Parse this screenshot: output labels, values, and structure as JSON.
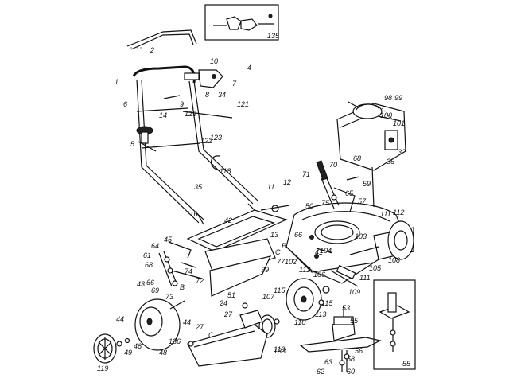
{
  "diagram": {
    "labels": {
      "p1": "1",
      "p2": "2",
      "p4": "4",
      "p5": "5",
      "p6": "6",
      "p7": "7",
      "p8": "8",
      "p9": "9",
      "p10": "10",
      "p11": "11",
      "p12": "12",
      "p13": "13",
      "p14": "14",
      "p24": "24",
      "p27a": "27",
      "p27b": "27",
      "p32": "32",
      "p34": "34",
      "p35": "35",
      "p36": "36",
      "p39": "39",
      "p41": "41",
      "p42": "42",
      "p43": "43",
      "p44a": "44",
      "p44b": "44",
      "p45": "45",
      "p46": "46",
      "p48": "48",
      "p49": "49",
      "p50": "50",
      "p51": "51",
      "p53": "53",
      "p55": "55",
      "p56": "56",
      "p57": "57",
      "p58": "58",
      "p59": "59",
      "p60": "60",
      "p61": "61",
      "p62": "62",
      "p63": "63",
      "p64": "64",
      "p65": "65",
      "p66": "66",
      "p68a": "68",
      "p68b": "68",
      "p69": "69",
      "p70": "70",
      "p71": "71",
      "p72": "72",
      "p73": "73",
      "p74": "74",
      "p75": "75",
      "p77": "77",
      "p98": "98",
      "p99": "99",
      "p100": "100",
      "p101": "101",
      "p102": "102",
      "p103": "103",
      "p104": "104",
      "p105": "105",
      "p106": "106",
      "p107": "107",
      "p108": "108",
      "p109": "109",
      "p110": "110",
      "p111a": "111",
      "p111b": "111",
      "p112a": "112",
      "p112b": "112",
      "p113": "113",
      "p115a": "115",
      "p115b": "115",
      "p116": "116",
      "p118": "118",
      "p119a": "119",
      "p119b": "119",
      "p121": "121",
      "p122": "122",
      "p123": "123",
      "p129": "129",
      "p133": "133",
      "p135": "135",
      "p136": "136",
      "refB1": "B",
      "refB2": "B",
      "refC1": "C",
      "refC2": "C",
      "inset55": "55"
    }
  }
}
